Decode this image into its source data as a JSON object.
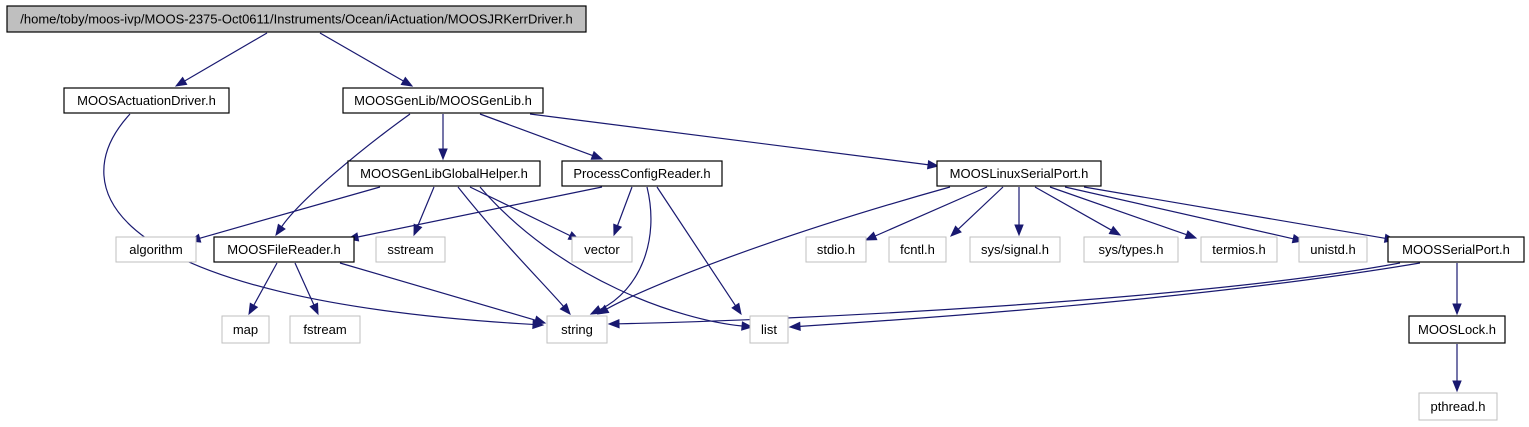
{
  "graph": {
    "nodes": [
      {
        "id": "root",
        "label": "/home/toby/moos-ivp/MOOS-2375-Oct0611/Instruments/Ocean/iActuation/MOOSJRKerrDriver.h",
        "kind": "root"
      },
      {
        "id": "actdrv",
        "label": "MOOSActuationDriver.h",
        "kind": "internal"
      },
      {
        "id": "genlib",
        "label": "MOOSGenLib/MOOSGenLib.h",
        "kind": "internal"
      },
      {
        "id": "globalhelper",
        "label": "MOOSGenLibGlobalHelper.h",
        "kind": "internal"
      },
      {
        "id": "pcr",
        "label": "ProcessConfigReader.h",
        "kind": "internal"
      },
      {
        "id": "linuxserial",
        "label": "MOOSLinuxSerialPort.h",
        "kind": "internal"
      },
      {
        "id": "algorithm",
        "label": "algorithm",
        "kind": "external"
      },
      {
        "id": "filereader",
        "label": "MOOSFileReader.h",
        "kind": "internal"
      },
      {
        "id": "sstream",
        "label": "sstream",
        "kind": "external"
      },
      {
        "id": "vector",
        "label": "vector",
        "kind": "external"
      },
      {
        "id": "stdio",
        "label": "stdio.h",
        "kind": "external"
      },
      {
        "id": "fcntl",
        "label": "fcntl.h",
        "kind": "external"
      },
      {
        "id": "signal",
        "label": "sys/signal.h",
        "kind": "external"
      },
      {
        "id": "types",
        "label": "sys/types.h",
        "kind": "external"
      },
      {
        "id": "termios",
        "label": "termios.h",
        "kind": "external"
      },
      {
        "id": "unistd",
        "label": "unistd.h",
        "kind": "external"
      },
      {
        "id": "serialport",
        "label": "MOOSSerialPort.h",
        "kind": "internal"
      },
      {
        "id": "map",
        "label": "map",
        "kind": "external"
      },
      {
        "id": "fstream",
        "label": "fstream",
        "kind": "external"
      },
      {
        "id": "string",
        "label": "string",
        "kind": "external"
      },
      {
        "id": "list",
        "label": "list",
        "kind": "external"
      },
      {
        "id": "lock",
        "label": "MOOSLock.h",
        "kind": "internal"
      },
      {
        "id": "pthread",
        "label": "pthread.h",
        "kind": "external"
      }
    ],
    "edges": [
      {
        "from": "root",
        "to": "actdrv"
      },
      {
        "from": "root",
        "to": "genlib"
      },
      {
        "from": "actdrv",
        "to": "string"
      },
      {
        "from": "genlib",
        "to": "filereader"
      },
      {
        "from": "genlib",
        "to": "globalhelper"
      },
      {
        "from": "genlib",
        "to": "pcr"
      },
      {
        "from": "genlib",
        "to": "linuxserial"
      },
      {
        "from": "globalhelper",
        "to": "algorithm"
      },
      {
        "from": "globalhelper",
        "to": "sstream"
      },
      {
        "from": "globalhelper",
        "to": "vector"
      },
      {
        "from": "globalhelper",
        "to": "string"
      },
      {
        "from": "globalhelper",
        "to": "list"
      },
      {
        "from": "pcr",
        "to": "filereader"
      },
      {
        "from": "pcr",
        "to": "vector"
      },
      {
        "from": "pcr",
        "to": "string"
      },
      {
        "from": "pcr",
        "to": "list"
      },
      {
        "from": "filereader",
        "to": "map"
      },
      {
        "from": "filereader",
        "to": "fstream"
      },
      {
        "from": "filereader",
        "to": "string"
      },
      {
        "from": "linuxserial",
        "to": "string"
      },
      {
        "from": "linuxserial",
        "to": "stdio"
      },
      {
        "from": "linuxserial",
        "to": "fcntl"
      },
      {
        "from": "linuxserial",
        "to": "signal"
      },
      {
        "from": "linuxserial",
        "to": "types"
      },
      {
        "from": "linuxserial",
        "to": "termios"
      },
      {
        "from": "linuxserial",
        "to": "unistd"
      },
      {
        "from": "linuxserial",
        "to": "serialport"
      },
      {
        "from": "serialport",
        "to": "string"
      },
      {
        "from": "serialport",
        "to": "list"
      },
      {
        "from": "serialport",
        "to": "lock"
      },
      {
        "from": "lock",
        "to": "pthread"
      }
    ]
  },
  "colors": {
    "edge": "#191970",
    "root_fill": "#bfbfbf",
    "internal_border": "#000000",
    "external_border": "#bfbfbf"
  }
}
